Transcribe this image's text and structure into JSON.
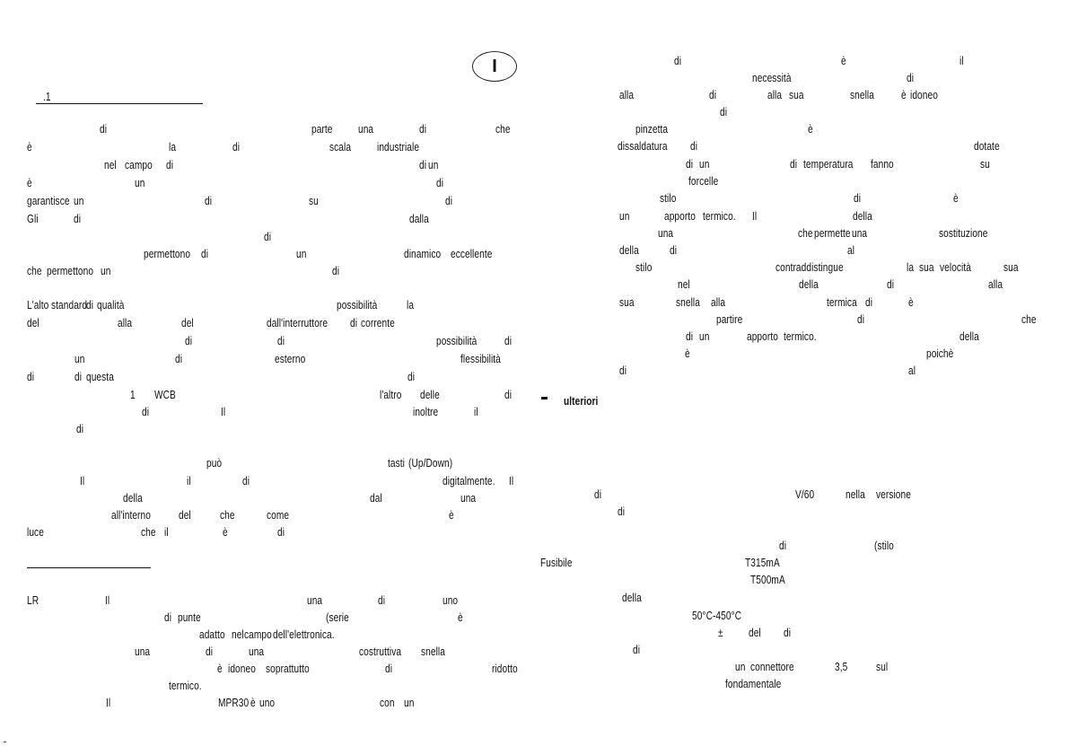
{
  "badge": "I",
  "section1_heading": ".1",
  "left_words": [
    "di",
    "parte",
    "una",
    "di",
    "che",
    "è",
    "la",
    "di",
    "scala",
    "industriale",
    "nel",
    "campo",
    "di",
    "di",
    "un",
    "è",
    "un",
    "di",
    "garantisce",
    "un",
    "di",
    "su",
    "di",
    "Gli",
    "di",
    "dalla",
    "di",
    "permettono",
    "di",
    "un",
    "dinamico",
    "eccellente",
    "che",
    "permettono",
    "un",
    "di",
    "L'alto",
    "standard",
    "di",
    "qualità",
    "possibilità",
    "la",
    "del",
    "alla",
    "del",
    "dall'interruttore",
    "di",
    "corrente",
    "di",
    "di",
    "possibilità",
    "di",
    "un",
    "di",
    "esterno",
    "flessibilità",
    "di",
    "di",
    "questa",
    "di",
    "1",
    "WCB",
    "l'altro",
    "delle",
    "di",
    "di",
    "Il",
    "inoltre",
    "il",
    "di",
    "può",
    "tasti",
    "(Up/Down)",
    "Il",
    "il",
    "di",
    "digitalmente.",
    "Il",
    "della",
    "dal",
    "una",
    "all'interno",
    "del",
    "che",
    "come",
    "è",
    "luce",
    "che",
    "il",
    "è",
    "di",
    "LR",
    "Il",
    "una",
    "di",
    "uno",
    "di",
    "punte",
    "(serie",
    "è",
    "adatto",
    "nel",
    "campo",
    "dell'elettronica.",
    "una",
    "di",
    "una",
    "costruttiva",
    "snella",
    "è",
    "idoneo",
    "soprattutto",
    "di",
    "ridotto",
    "termico.",
    "Il",
    "MPR30",
    "è",
    "uno",
    "con",
    "un"
  ],
  "right_words": [
    "di",
    "è",
    "il",
    "necessità",
    "di",
    "alla",
    "di",
    "alla",
    "sua",
    "snella",
    "è",
    "idoneo",
    "di",
    "pinzetta",
    "è",
    "dissaldatura",
    "di",
    "dotate",
    "di",
    "un",
    "di",
    "temperatura",
    "fanno",
    "su",
    "forcelle",
    "stilo",
    "di",
    "è",
    "un",
    "apporto",
    "termico.",
    "Il",
    "della",
    "una",
    "che",
    "permette",
    "una",
    "sostituzione",
    "della",
    "di",
    "al",
    "stilo",
    "contraddistingue",
    "la",
    "sua",
    "velocità",
    "sua",
    "nel",
    "della",
    "di",
    "alla",
    "sua",
    "snella",
    "alla",
    "termica",
    "di",
    "è",
    "partire",
    "di",
    "che",
    "di",
    "un",
    "apporto",
    "termico.",
    "della",
    "è",
    "poichè",
    "di",
    "al",
    "ulteriori",
    "di",
    "V/60",
    "nella",
    "versione",
    "di",
    "di",
    "(stilo",
    "Fusibile",
    "T315mA",
    "T500mA",
    "della",
    "50°C-450°C",
    "±",
    "del",
    "di",
    "di",
    "un",
    "connettore",
    "3,5",
    "sul",
    "fondamentale"
  ]
}
